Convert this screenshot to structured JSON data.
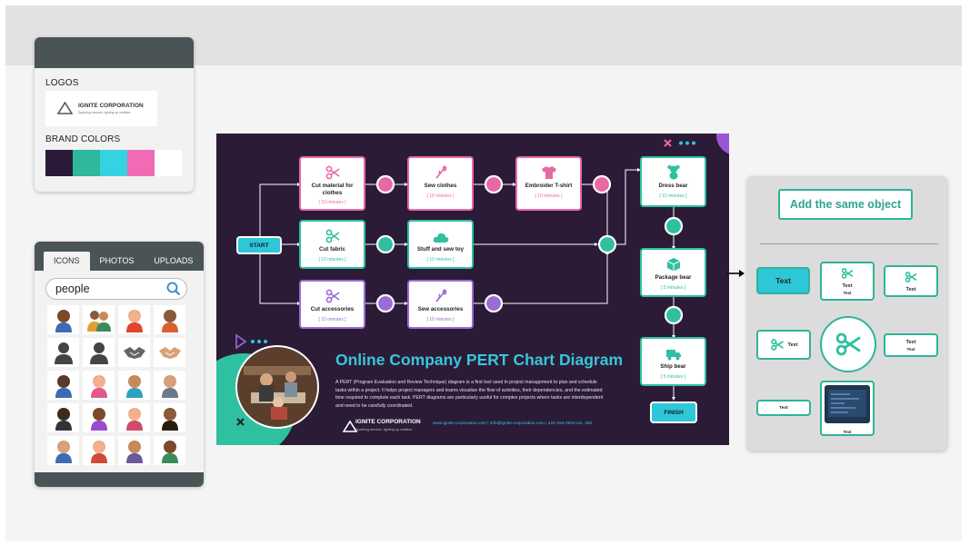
{
  "brand_panel": {
    "logos_label": "LOGOS",
    "logo_name": "IGNITE CORPORATION",
    "logo_tagline": "Sparking dreams, lighting up realities",
    "brand_colors_label": "BRAND COLORS",
    "brand_colors": [
      "#2a1a38",
      "#2fb89b",
      "#35d2e2",
      "#f06bb3",
      "#ffffff"
    ]
  },
  "icons_panel": {
    "tabs": [
      "ICONS",
      "PHOTOS",
      "UPLOADS"
    ],
    "active_tab": "ICONS",
    "search_value": "people",
    "results": [
      "person-icon",
      "people-group-icon",
      "person-icon",
      "person-icon",
      "person-silhouette-icon",
      "person-silhouette-icon",
      "handshake-icon",
      "handshake-icon",
      "person-icon",
      "person-icon",
      "person-icon",
      "person-icon",
      "person-icon",
      "person-icon",
      "person-icon",
      "person-icon",
      "person-icon",
      "person-icon",
      "person-icon",
      "person-icon"
    ]
  },
  "pert": {
    "title": "Online Company PERT Chart Diagram",
    "description": "A PERT (Program Evaluation and Review Technique) diagram is a first tool used in project management to plan and schedule tasks within a project. It helps project managers and teams visualize the flow of activities, their dependencies, and the estimated time required to complete each task. PERT diagrams are particularly useful for complex projects where tasks are interdependent and need to be carefully coordinated.",
    "start_label": "START",
    "finish_label": "FINISH",
    "tasks": [
      {
        "name": "Cut material for clothes",
        "duration": "[ 10 minutes ]"
      },
      {
        "name": "Sew clothes",
        "duration": "[ 10 minutes ]"
      },
      {
        "name": "Embroider T-shirt",
        "duration": "[ 10 minutes ]"
      },
      {
        "name": "Cut fabric",
        "duration": "[ 10 minutes ]"
      },
      {
        "name": "Stuff and sew toy",
        "duration": "[ 10 minutes ]"
      },
      {
        "name": "Cut accessories",
        "duration": "[ 10 minutes ]"
      },
      {
        "name": "Sew accessories",
        "duration": "[ 10 minutes ]"
      },
      {
        "name": "Dress bear",
        "duration": "[ 15 minutes ]"
      },
      {
        "name": "Package bear",
        "duration": "[ 5 minutes ]"
      },
      {
        "name": "Ship bear",
        "duration": "[ 5 minutes ]"
      }
    ],
    "brand_name": "IGNITE CORPORATION",
    "brand_tagline": "Sparking dreams, lighting up realities",
    "contact": "www.ignite-corporation.com | info@ignite-corporation.com | 422-254-0923 ext. 325",
    "colors": {
      "bg": "#2b1b37",
      "pink": "#e968a6",
      "teal": "#2fc0a0",
      "purple": "#9b6bd6",
      "cyan": "#2dc7d8"
    }
  },
  "right_panel": {
    "add_button": "Add the same object",
    "text_label": "Text",
    "text_sub": "Text"
  }
}
